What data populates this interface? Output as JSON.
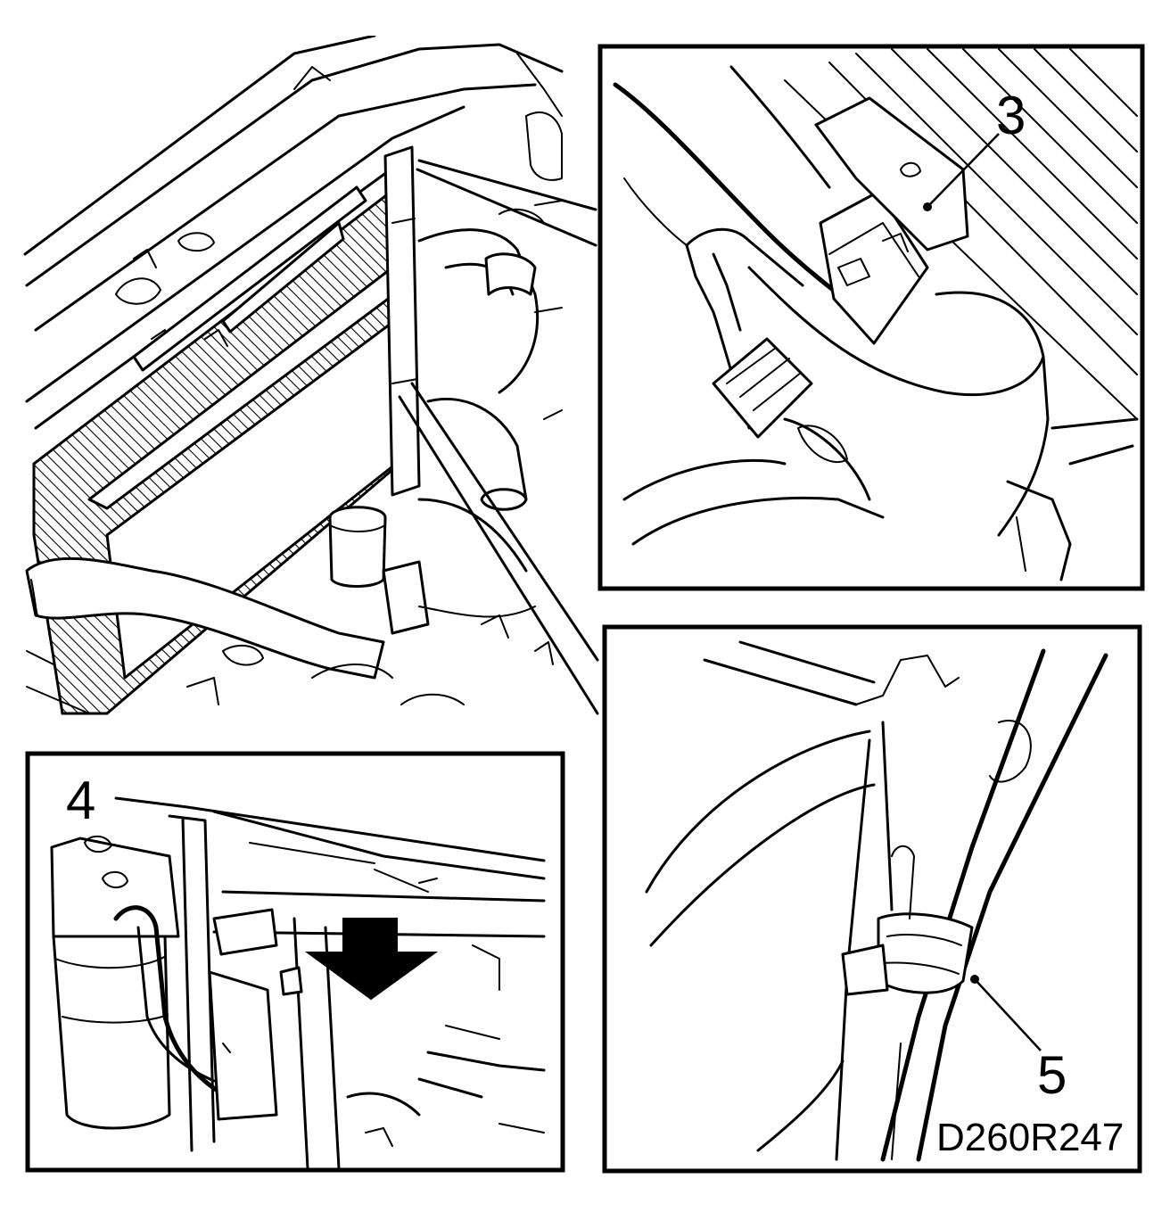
{
  "figure": {
    "callouts": {
      "item3": "3",
      "item4": "4",
      "item5": "5"
    },
    "figure_code": "D260R247"
  }
}
